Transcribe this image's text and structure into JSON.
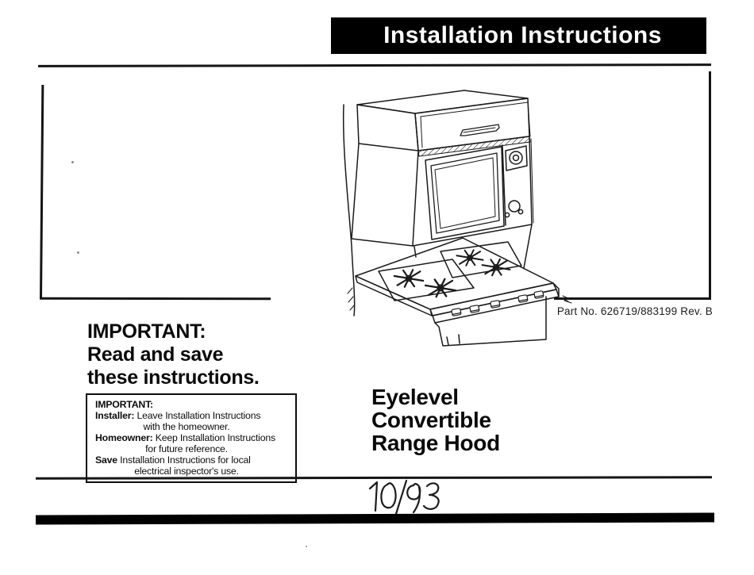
{
  "banner": {
    "title": "Installation Instructions"
  },
  "part_number": "Part No. 626719/883199 Rev. B",
  "headline": {
    "lines": [
      "IMPORTANT:",
      "Read and save",
      "these instructions."
    ]
  },
  "notice_box": {
    "title": "IMPORTANT:",
    "lines": [
      {
        "bold": "Installer:",
        "text": " Leave Installation Instructions"
      },
      {
        "text": "with the homeowner."
      },
      {
        "bold": "Homeowner:",
        "text": " Keep Installation Instructions"
      },
      {
        "text": "for future reference."
      },
      {
        "bold": "Save",
        "text": " Installation Instructions for local"
      },
      {
        "text": "electrical inspector's use."
      }
    ]
  },
  "product_title": {
    "lines": [
      "Eyelevel",
      "Convertible",
      "Range Hood"
    ]
  },
  "handwritten_date": "10/93",
  "illustration": {
    "label": "Line drawing of an eyelevel convertible range hood and oven unit above a four-burner gas cooktop"
  },
  "colors": {
    "ink": "#111111",
    "paper": "#ffffff",
    "banner_bg": "#000000",
    "banner_text": "#ffffff"
  }
}
